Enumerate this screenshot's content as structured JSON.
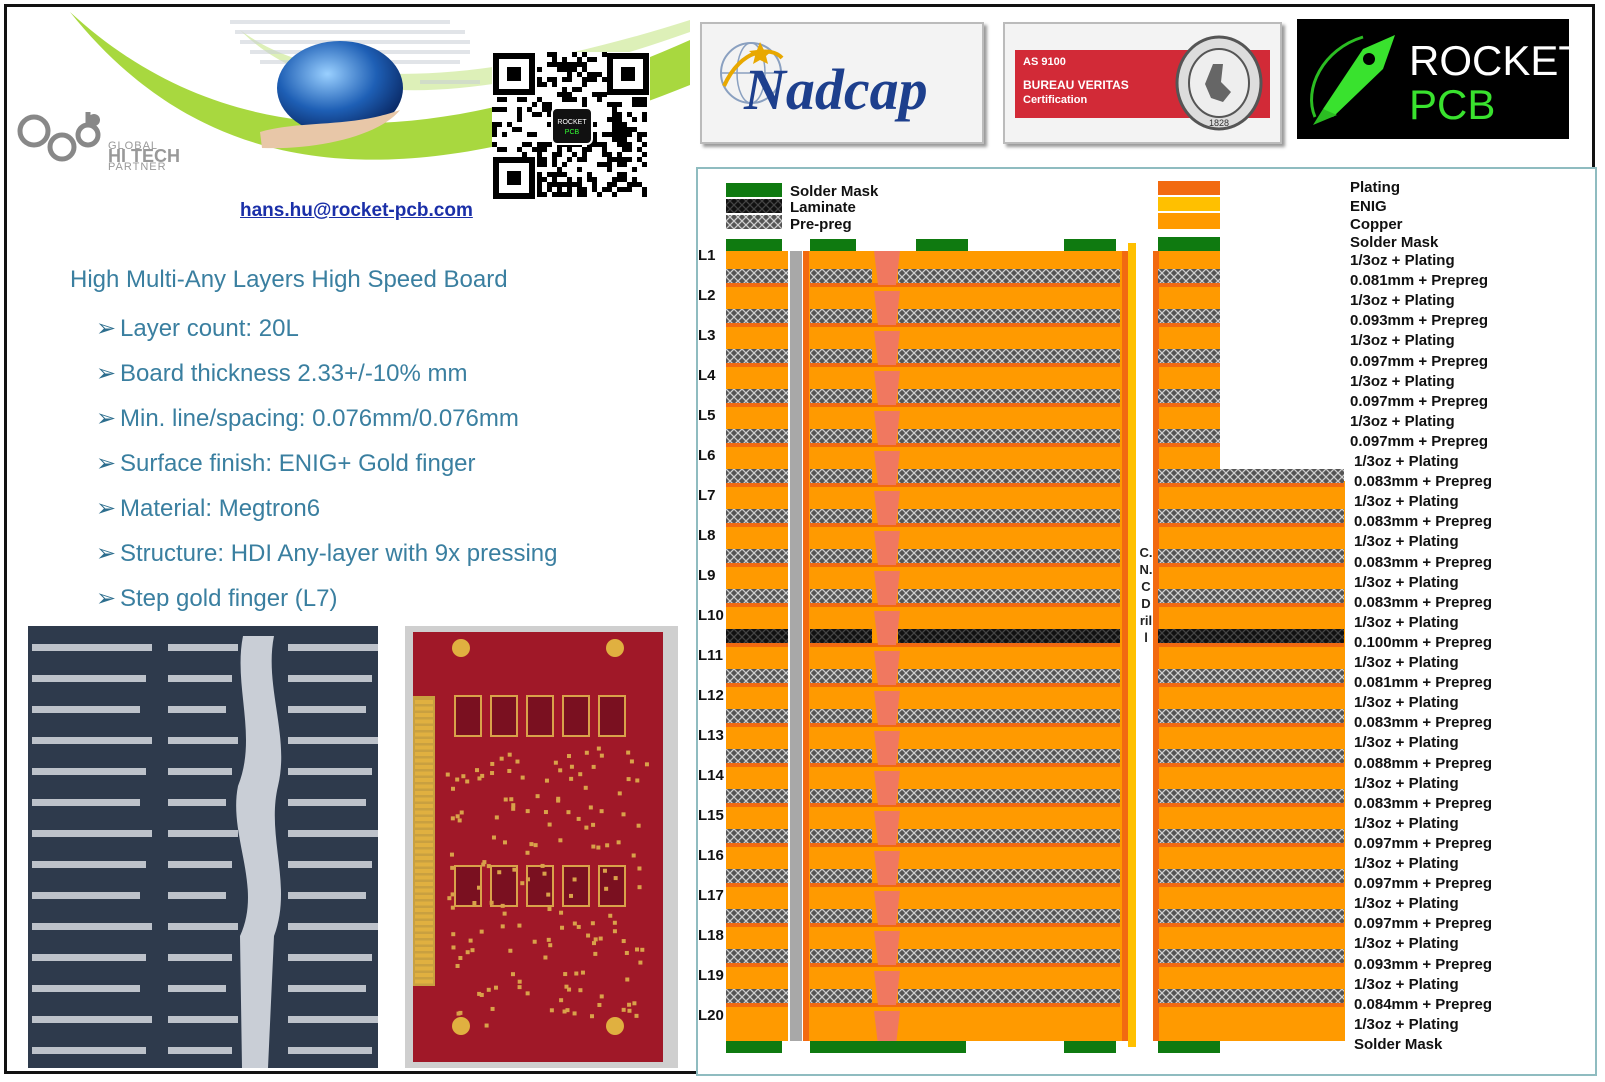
{
  "contact": {
    "email": "hans.hu@rocket-pcb.com"
  },
  "brand": {
    "partner_line1": "GLOBAL",
    "partner_line2": "HI TECH",
    "partner_line3": "PARTNER",
    "qr_center": "ROCKET PCB"
  },
  "certs": {
    "nadcap": "Nadcap",
    "bv_line1": "AS 9100",
    "bv_line2": "BUREAU VERITAS",
    "bv_line3": "Certification",
    "bv_year": "1828",
    "rocket_line1": "ROCKET",
    "rocket_line2": "PCB"
  },
  "specs": {
    "headline": "High Multi-Any Layers High Speed Board",
    "items": [
      "Layer count: 20L",
      "Board thickness 2.33+/-10% mm",
      "Min. line/spacing: 0.076mm/0.076mm",
      "Surface finish: ENIG+ Gold finger",
      "Material: Megtron6",
      "Structure: HDI Any-layer with 9x pressing",
      "Step gold finger (L7)"
    ]
  },
  "stackup": {
    "legend_left": [
      "Solder Mask",
      "Laminate",
      "Pre-preg"
    ],
    "legend_right": [
      "Plating",
      "ENIG",
      "Copper",
      "Solder Mask"
    ],
    "cnc_label": "C.N.C Drill",
    "layers": [
      "L1",
      "L2",
      "L3",
      "L4",
      "L5",
      "L6",
      "L7",
      "L8",
      "L9",
      "L10",
      "L11",
      "L12",
      "L13",
      "L14",
      "L15",
      "L16",
      "L17",
      "L18",
      "L19",
      "L20"
    ],
    "right_labels": [
      "1/3oz + Plating",
      "0.081mm + Prepreg",
      "1/3oz + Plating",
      "0.093mm + Prepreg",
      "1/3oz + Plating",
      "0.097mm + Prepreg",
      "1/3oz + Plating",
      "0.097mm + Prepreg",
      "1/3oz + Plating",
      "0.097mm + Prepreg",
      "1/3oz + Plating",
      "0.083mm + Prepreg",
      "1/3oz + Plating",
      "0.083mm + Prepreg",
      "1/3oz + Plating",
      "0.083mm + Prepreg",
      "1/3oz + Plating",
      "0.083mm + Prepreg",
      "1/3oz + Plating",
      "0.100mm + Prepreg",
      "1/3oz + Plating",
      "0.081mm + Prepreg",
      "1/3oz + Plating",
      "0.083mm + Prepreg",
      "1/3oz + Plating",
      "0.088mm + Prepreg",
      "1/3oz + Plating",
      "0.083mm + Prepreg",
      "1/3oz + Plating",
      "0.097mm + Prepreg",
      "1/3oz + Plating",
      "0.097mm + Prepreg",
      "1/3oz + Plating",
      "0.097mm + Prepreg",
      "1/3oz + Plating",
      "0.093mm + Prepreg",
      "1/3oz + Plating",
      "0.084mm + Prepreg",
      "1/3oz + Plating",
      "Solder Mask"
    ],
    "colors": {
      "copper": "#ff9a00",
      "plating": "#f26a10",
      "mask": "#0f7a10",
      "enig": "#ffc000",
      "drill": "#f07860"
    }
  }
}
